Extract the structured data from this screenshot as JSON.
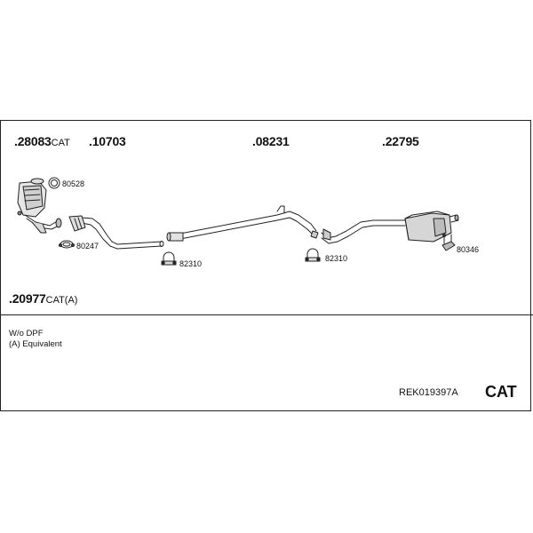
{
  "parts": [
    {
      "num": ".28083",
      "suffix": "CAT"
    },
    {
      "num": ".10703",
      "suffix": ""
    },
    {
      "num": ".08231",
      "suffix": ""
    },
    {
      "num": ".22795",
      "suffix": ""
    },
    {
      "num": ".20977",
      "suffix": "CAT(A)"
    }
  ],
  "accessories": {
    "gasket": "80528",
    "flange_ring": "80247",
    "clamp_1": "82310",
    "clamp_2": "82310",
    "rubber_mount": "80346"
  },
  "notes": [
    "W/o DPF",
    "(A) Equivalent"
  ],
  "kit_code": "REK019397A",
  "badge": "CAT"
}
